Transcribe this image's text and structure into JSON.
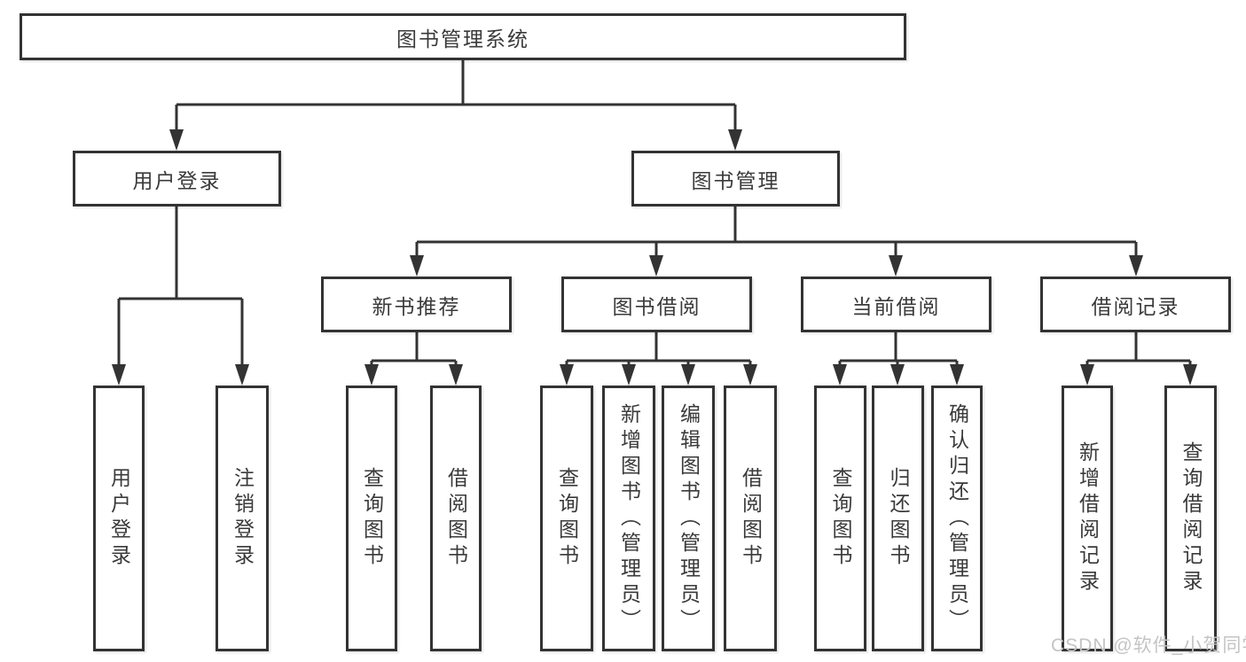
{
  "tree": {
    "root": {
      "label": "图书管理系统"
    },
    "branches": [
      {
        "label": "用户登录",
        "children": [
          {
            "label": "用户登录"
          },
          {
            "label": "注销登录"
          }
        ]
      },
      {
        "label": "图书管理",
        "sections": [
          {
            "label": "新书推荐",
            "children": [
              {
                "label": "查询图书"
              },
              {
                "label": "借阅图书"
              }
            ]
          },
          {
            "label": "图书借阅",
            "children": [
              {
                "label": "查询图书"
              },
              {
                "label": "新增图书（管理员）"
              },
              {
                "label": "编辑图书（管理员）"
              },
              {
                "label": "借阅图书"
              }
            ]
          },
          {
            "label": "当前借阅",
            "children": [
              {
                "label": "查询图书"
              },
              {
                "label": "归还图书"
              },
              {
                "label": "确认归还（管理员）"
              }
            ]
          },
          {
            "label": "借阅记录",
            "children": [
              {
                "label": "新增借阅记录"
              },
              {
                "label": "查询借阅记录"
              }
            ]
          }
        ]
      }
    ]
  },
  "watermark": {
    "text": "CSDN @软件_小贺同学"
  },
  "colors": {
    "line": "#333333",
    "box_border": "#333333",
    "box_fill": "#ffffff",
    "text": "#3a3a3a",
    "watermark": "#c4c4c4"
  }
}
